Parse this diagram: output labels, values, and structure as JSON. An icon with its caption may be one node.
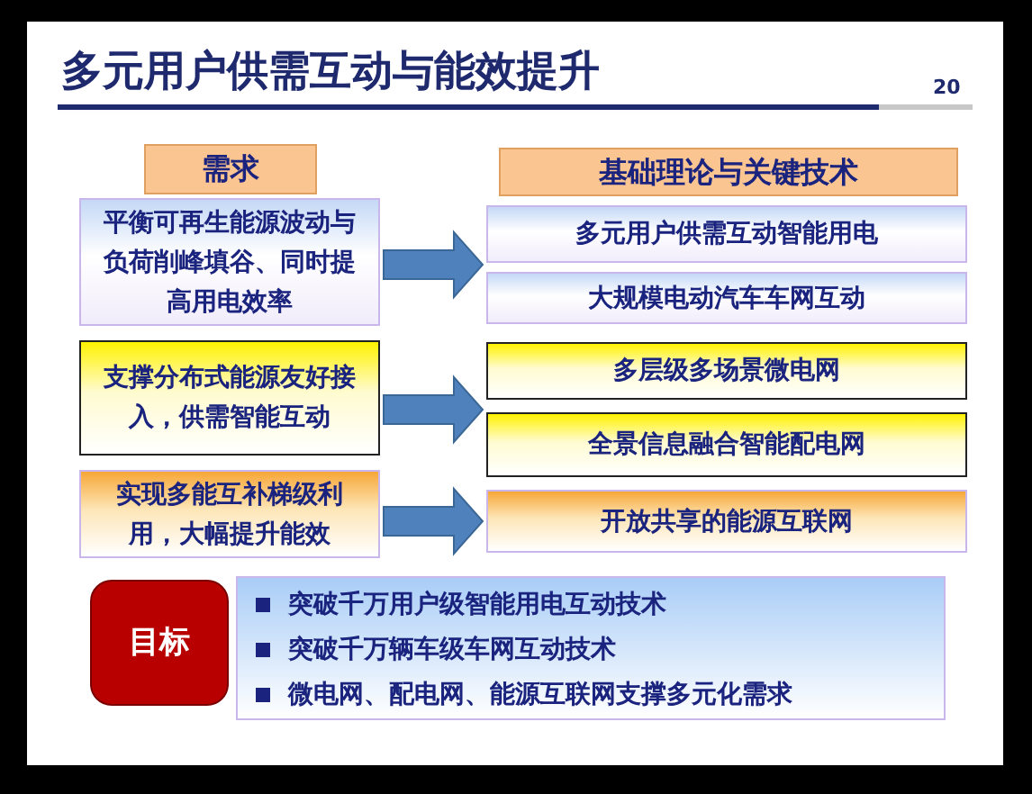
{
  "diagram": {
    "title": "多元用户供需互动与能效提升",
    "nodes": [
      {
        "text": [
          "需求"
        ]
      },
      {
        "text": [
          "基础理论与关键技术"
        ]
      },
      {
        "text": [
          "平衡可再生能源波动与负荷削峰填谷、同时提高用电效率"
        ]
      },
      {
        "text": [
          "支撑分布式能源友好接入，供需智能互动"
        ]
      },
      {
        "text": [
          "实现多能互补梯级利用，大幅提升能效"
        ]
      },
      {
        "text": [
          "多元用户供需互动智能用电"
        ]
      },
      {
        "text": [
          "大规模电动汽车车网互动"
        ]
      },
      {
        "text": [
          "多层级多场景微电网"
        ]
      },
      {
        "text": [
          "全景信息融合智能配电网"
        ]
      },
      {
        "text": [
          "开放共享的能源互联网"
        ]
      },
      {
        "text": [
          "目标"
        ]
      },
      {
        "text": [
          "突破千万用户级智能用电互动技术",
          "突破千万辆车级车网互动技术",
          "微电网、配电网、能源互联网支撑多元化需求"
        ]
      }
    ],
    "edges": [
      {
        "from": 2,
        "to": 5,
        "arrow": "to"
      },
      {
        "from": 2,
        "to": 6,
        "arrow": "to"
      },
      {
        "from": 3,
        "to": 7,
        "arrow": "to"
      },
      {
        "from": 3,
        "to": 8,
        "arrow": "to"
      },
      {
        "from": 4,
        "to": 9,
        "arrow": "to"
      }
    ],
    "labels": [
      "20"
    ]
  }
}
